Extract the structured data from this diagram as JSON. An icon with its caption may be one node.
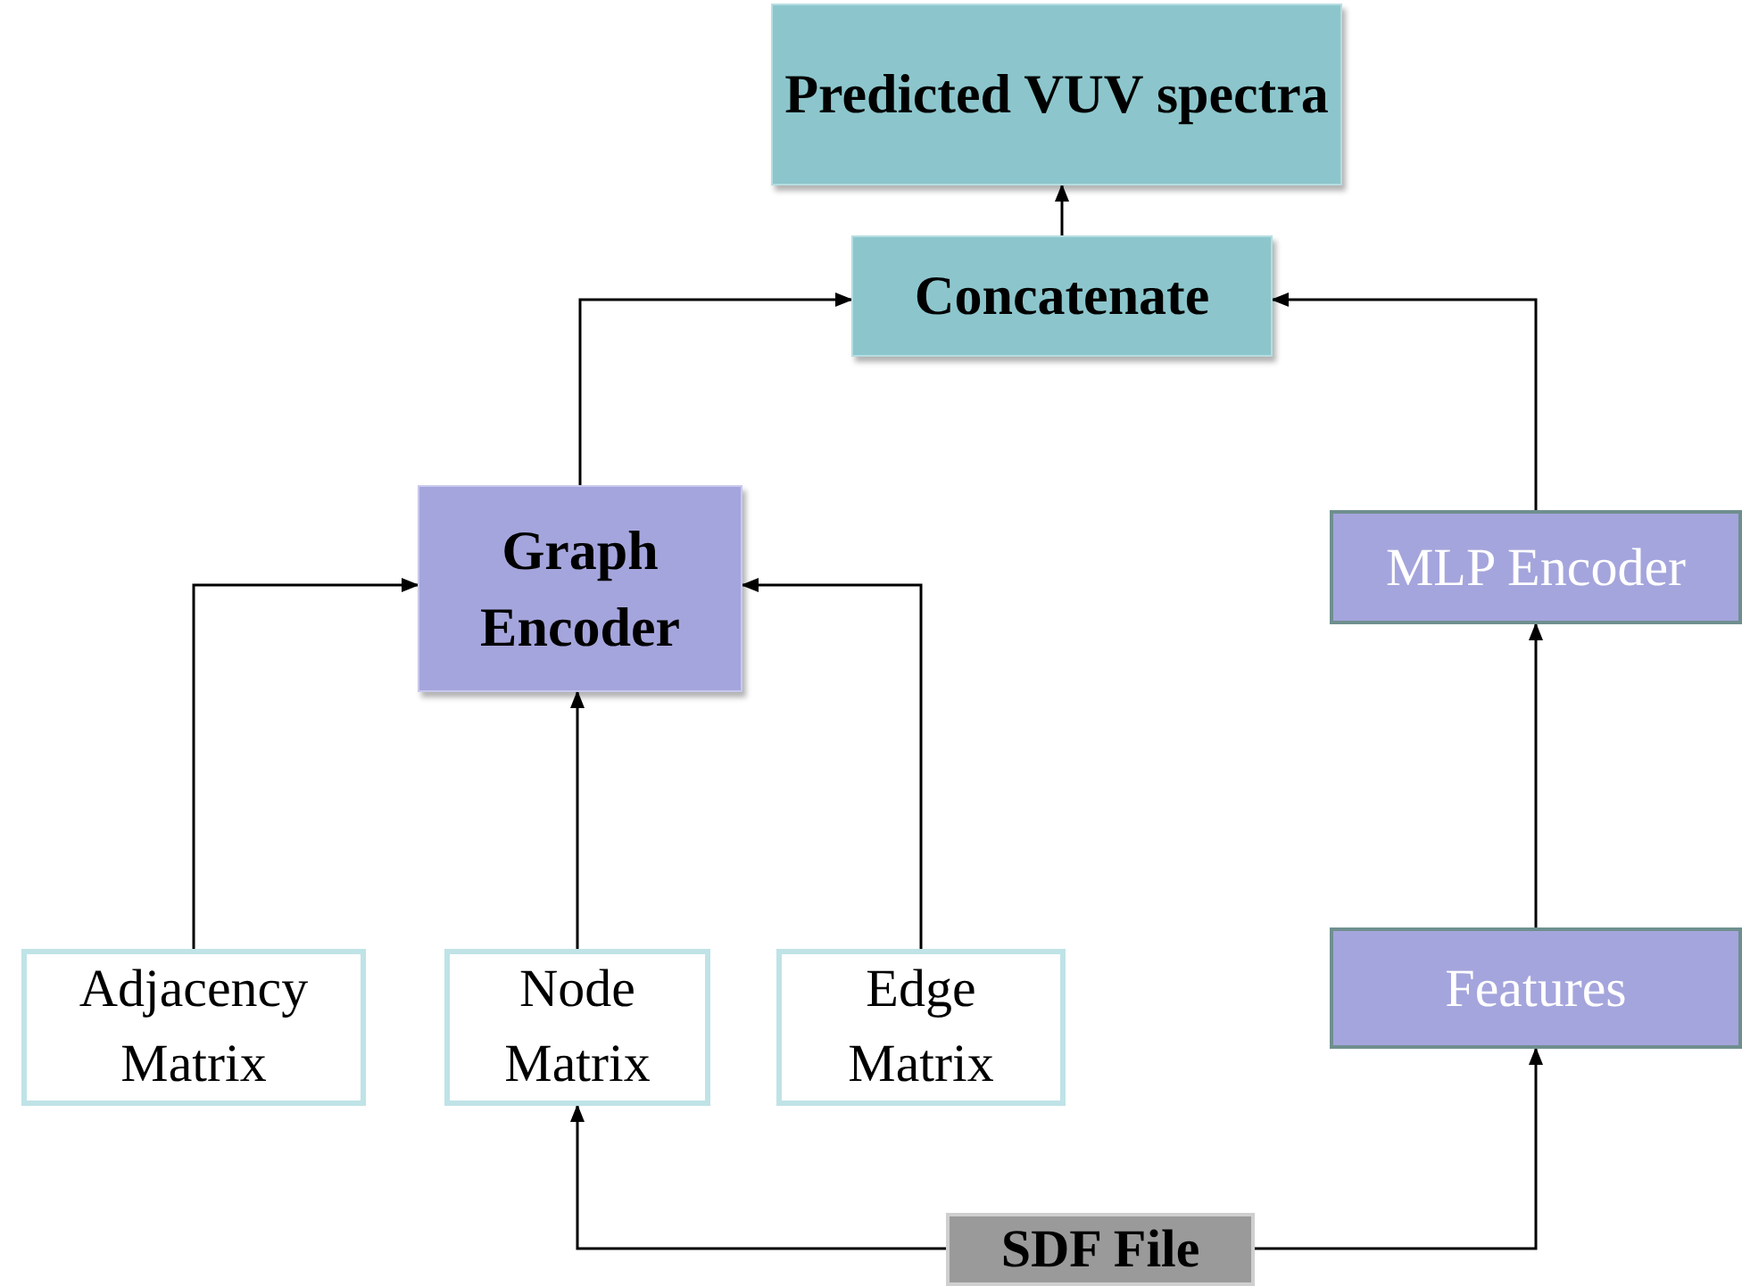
{
  "diagram": {
    "nodes": [
      {
        "text": [
          "Predicted VUV spectra"
        ]
      },
      {
        "text": [
          "Concatenate"
        ]
      },
      {
        "text": [
          "Graph Encoder"
        ]
      },
      {
        "text": [
          "MLP Encoder"
        ]
      },
      {
        "text": [
          "Adjacency Matrix"
        ]
      },
      {
        "text": [
          "Node Matrix"
        ]
      },
      {
        "text": [
          "Edge Matrix"
        ]
      },
      {
        "text": [
          "Features"
        ]
      },
      {
        "text": [
          "SDF File"
        ]
      }
    ],
    "edges": [
      {
        "from": 1,
        "to": 0,
        "arrow": "to"
      },
      {
        "from": 2,
        "to": 1,
        "arrow": "to"
      },
      {
        "from": 3,
        "to": 1,
        "arrow": "to"
      },
      {
        "from": 4,
        "to": 2,
        "arrow": "to"
      },
      {
        "from": 5,
        "to": 2,
        "arrow": "to"
      },
      {
        "from": 6,
        "to": 2,
        "arrow": "to"
      },
      {
        "from": 7,
        "to": 3,
        "arrow": "to"
      },
      {
        "from": 8,
        "to": 5,
        "arrow": "to"
      },
      {
        "from": 8,
        "to": 7,
        "arrow": "to"
      }
    ]
  }
}
